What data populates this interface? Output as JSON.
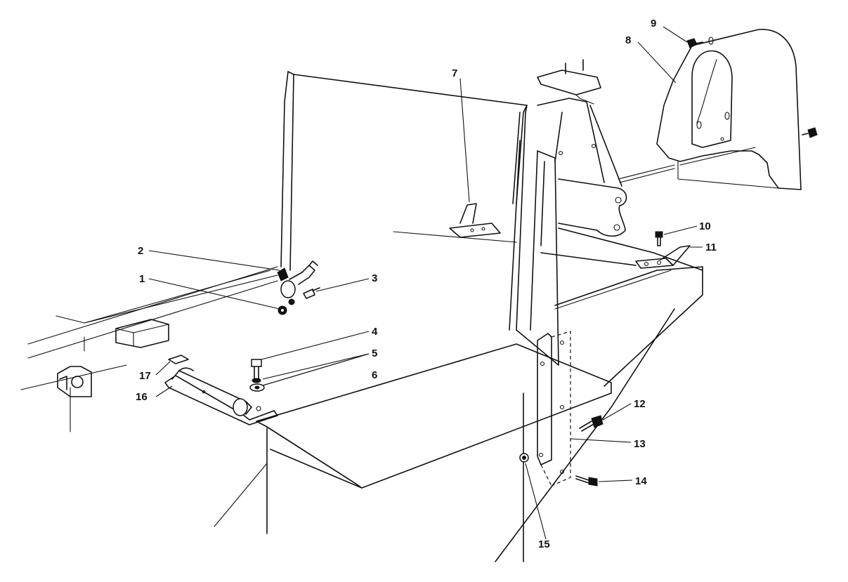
{
  "callouts": [
    "1",
    "2",
    "3",
    "4",
    "5",
    "6",
    "7",
    "8",
    "9",
    "10",
    "11",
    "12",
    "13",
    "14",
    "15",
    "16",
    "17"
  ],
  "colors": {
    "line": "#111111",
    "background": "#ffffff"
  }
}
